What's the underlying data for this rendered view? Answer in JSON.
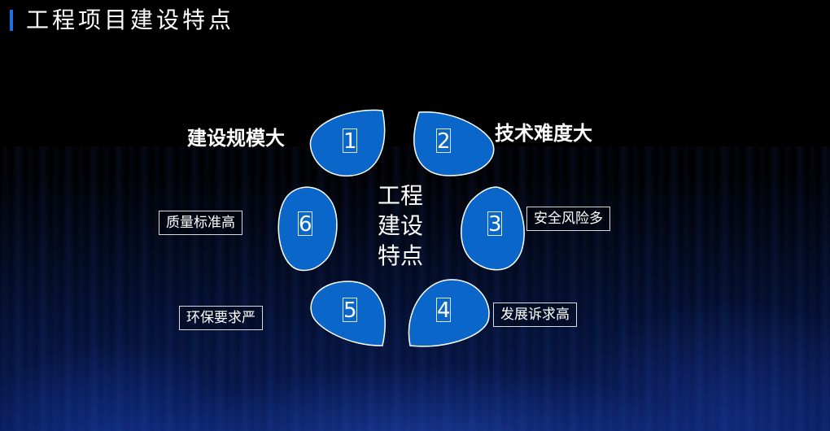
{
  "title": "工程项目建设特点",
  "center": {
    "line1": "工程",
    "line2": "建设",
    "line3": "特点"
  },
  "colors": {
    "accent": "#1f6fe0",
    "petal": "#0a66c8",
    "petal_border": "#ffffff"
  },
  "items": [
    {
      "number": "1",
      "label": "建设规模大"
    },
    {
      "number": "2",
      "label": "技术难度大"
    },
    {
      "number": "3",
      "label": "安全风险多"
    },
    {
      "number": "4",
      "label": "发展诉求高"
    },
    {
      "number": "5",
      "label": "环保要求严"
    },
    {
      "number": "6",
      "label": "质量标准高"
    }
  ]
}
